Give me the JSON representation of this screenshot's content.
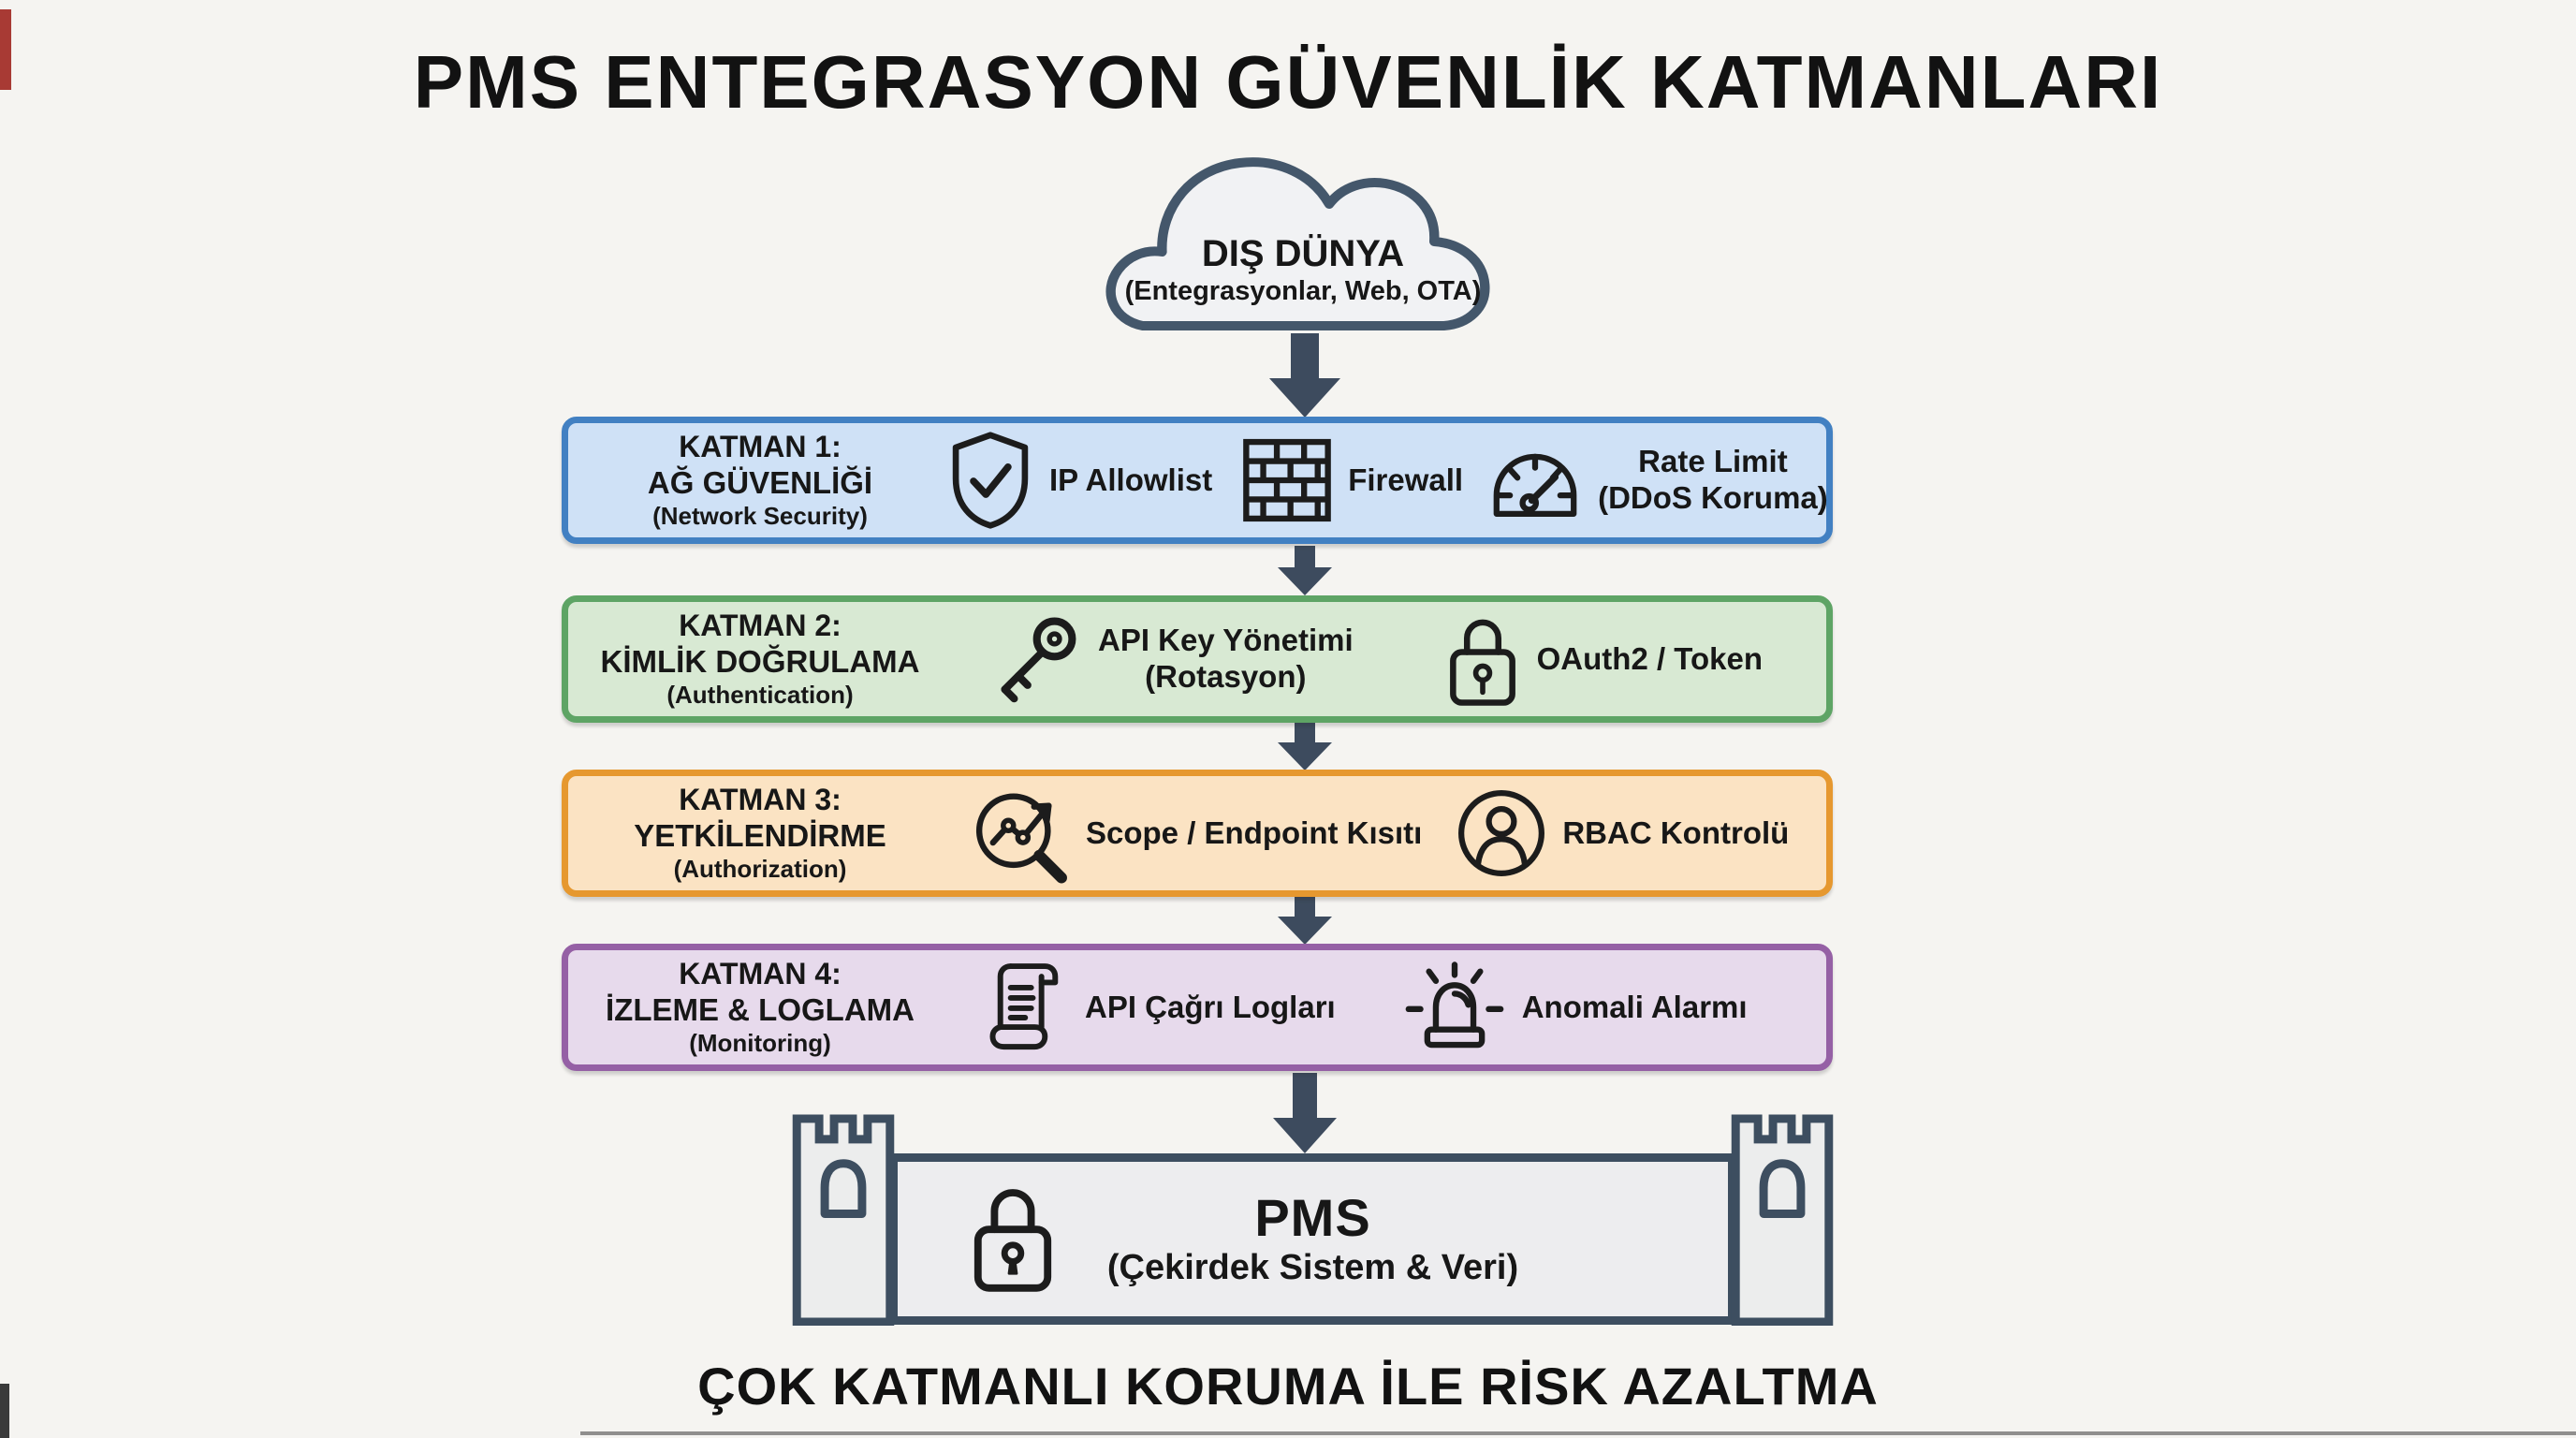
{
  "page": {
    "title": "PMS ENTEGRASYON GÜVENLİK KATMANLARI",
    "footer": "ÇOK KATMANLI KORUMA İLE RİSK AZALTMA"
  },
  "colors": {
    "background": "#f5f4f1",
    "arrow": "#3d4b5e",
    "text": "#171717",
    "layer1_fill": "#cfe1f6",
    "layer1_border": "#4280c2",
    "layer2_fill": "#d8e9d3",
    "layer2_border": "#5ea465",
    "layer3_fill": "#fbe3c3",
    "layer3_border": "#e6982f",
    "layer4_fill": "#e7daec",
    "layer4_border": "#9560a5",
    "castle_fill": "#ededef",
    "castle_border": "#3d4e60"
  },
  "cloud": {
    "title": "DIŞ DÜNYA",
    "subtitle": "(Entegrasyonlar, Web, OTA)"
  },
  "layers": [
    {
      "title": "KATMAN 1:",
      "name": "AĞ GÜVENLİĞİ",
      "subtitle": "(Network Security)",
      "items": [
        {
          "icon": "shield-check-icon",
          "label": "IP Allowlist"
        },
        {
          "icon": "firewall-brick-icon",
          "label": "Firewall"
        },
        {
          "icon": "gauge-icon",
          "label": "Rate Limit",
          "label2": "(DDoS Koruma)"
        }
      ]
    },
    {
      "title": "KATMAN 2:",
      "name": "KİMLİK DOĞRULAMA",
      "subtitle": "(Authentication)",
      "items": [
        {
          "icon": "key-icon",
          "label": "API Key Yönetimi",
          "label2": "(Rotasyon)"
        },
        {
          "icon": "padlock-icon",
          "label": "OAuth2 / Token"
        }
      ]
    },
    {
      "title": "KATMAN 3:",
      "name": "YETKİLENDİRME",
      "subtitle": "(Authorization)",
      "items": [
        {
          "icon": "scope-magnifier-icon",
          "label": "Scope / Endpoint Kısıtı"
        },
        {
          "icon": "user-circle-icon",
          "label": "RBAC Kontrolü"
        }
      ]
    },
    {
      "title": "KATMAN 4:",
      "name": "İZLEME & LOGLAMA",
      "subtitle": "(Monitoring)",
      "items": [
        {
          "icon": "scroll-log-icon",
          "label": "API Çağrı Logları"
        },
        {
          "icon": "siren-icon",
          "label": "Anomali Alarmı"
        }
      ]
    }
  ],
  "castle": {
    "title": "PMS",
    "subtitle": "(Çekirdek Sistem & Veri)"
  }
}
